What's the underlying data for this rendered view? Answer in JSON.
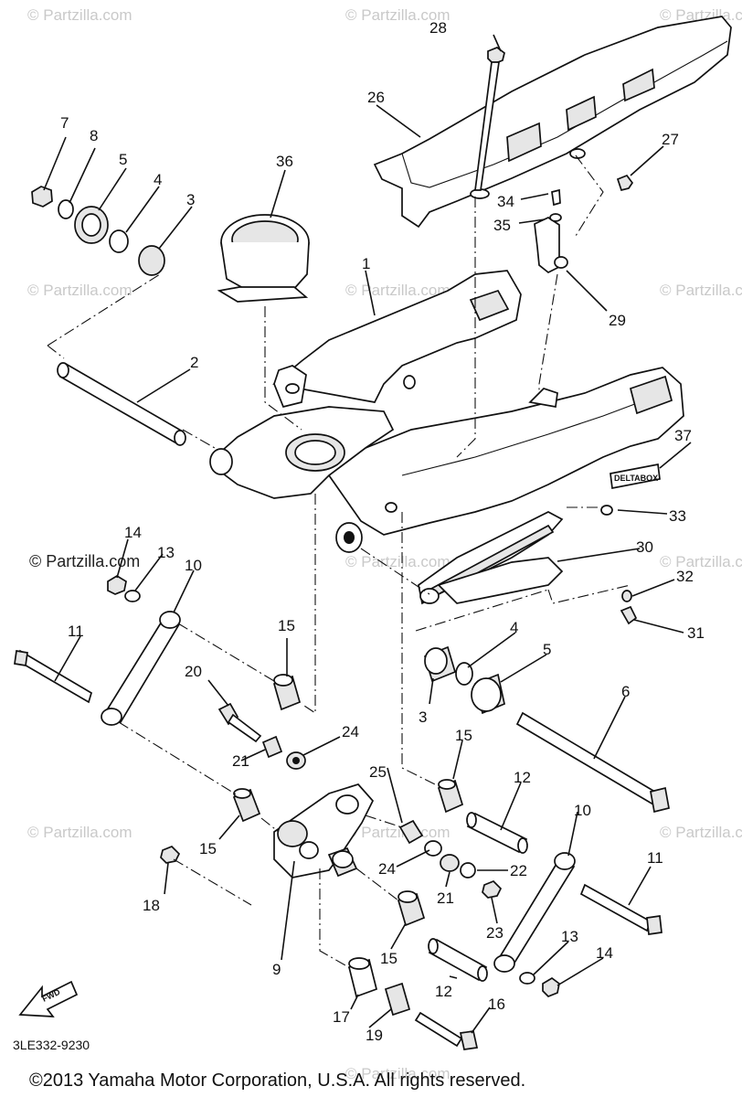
{
  "watermarks": [
    "© Partzilla.com",
    "© Partzilla.com",
    "© Partzilla.com",
    "© Partzilla.com",
    "© Partzilla.com",
    "© Partzilla.com",
    "© Partzilla.com",
    "© Partzilla.com",
    "© Partzilla.com",
    "© Partzilla.com",
    "© Partzilla.com",
    "© Partzilla.com"
  ],
  "watermark_main": "© Partzilla.com",
  "labels": {
    "l1": "1",
    "l2": "2",
    "l3a": "3",
    "l3b": "3",
    "l4a": "4",
    "l4b": "4",
    "l5a": "5",
    "l5b": "5",
    "l6": "6",
    "l7": "7",
    "l8": "8",
    "l9": "9",
    "l10a": "10",
    "l10b": "10",
    "l11a": "11",
    "l11b": "11",
    "l12a": "12",
    "l12b": "12",
    "l13a": "13",
    "l13b": "13",
    "l14a": "14",
    "l14b": "14",
    "l15a": "15",
    "l15b": "15",
    "l15c": "15",
    "l15d": "15",
    "l16": "16",
    "l17": "17",
    "l18": "18",
    "l19": "19",
    "l20": "20",
    "l21a": "21",
    "l21b": "21",
    "l22": "22",
    "l23": "23",
    "l24a": "24",
    "l24b": "24",
    "l25": "25",
    "l26": "26",
    "l27": "27",
    "l28": "28",
    "l29": "29",
    "l30": "30",
    "l31": "31",
    "l32": "32",
    "l33": "33",
    "l34": "34",
    "l35": "35",
    "l36": "36",
    "l37": "37"
  },
  "deltabox_tag": "DELTABOX",
  "fwd_arrow": "FWD",
  "diagram_code": "3LE332-9230",
  "copyright": "©2013 Yamaha Motor Corporation, U.S.A. All rights reserved."
}
